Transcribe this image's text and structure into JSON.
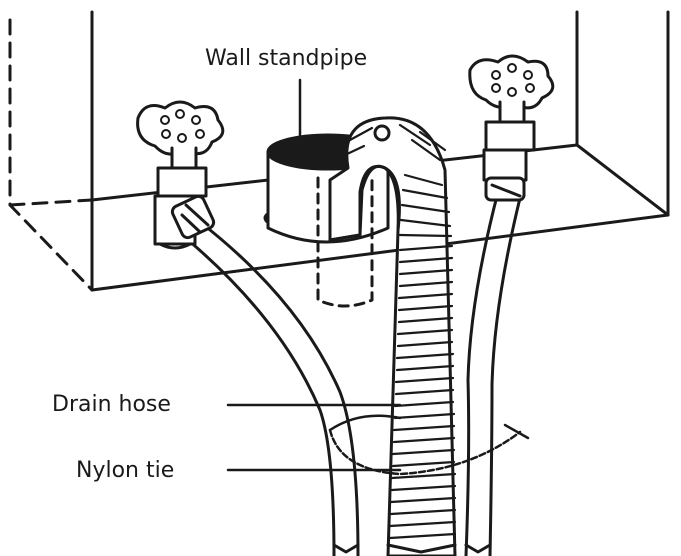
{
  "labels": {
    "wall_standpipe": "Wall standpipe",
    "drain_hose": "Drain hose",
    "nylon_tie": "Nylon tie"
  },
  "colors": {
    "line": "#1a1a1a",
    "background": "#ffffff",
    "shade": "#d9d9d9"
  },
  "icons": {
    "left_valve": "valve-handle-icon",
    "right_valve": "valve-handle-icon"
  }
}
